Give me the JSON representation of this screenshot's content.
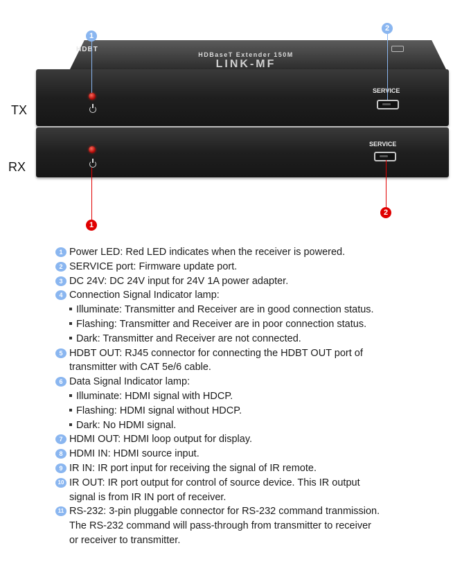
{
  "device": {
    "brand": "HDBT",
    "top_title": "HDBaseT  Extender 150M",
    "model": "LINK-MF",
    "tx_label": "TX",
    "rx_label": "RX",
    "tx_service_label": "SERVICE",
    "rx_service_label": "SERVICE",
    "led_color": "#d00000"
  },
  "callouts": {
    "top_power": "1",
    "top_service": "2",
    "bottom_power": "1",
    "bottom_service": "2",
    "blue": "#8ab6f0",
    "red": "#e00000"
  },
  "legend": [
    {
      "num": "1",
      "lines": [
        "Power LED: Red LED indicates when the receiver is powered."
      ],
      "subs": []
    },
    {
      "num": "2",
      "lines": [
        "SERVICE port: Firmware update port."
      ],
      "subs": []
    },
    {
      "num": "3",
      "lines": [
        "DC 24V: DC 24V input for 24V 1A power adapter."
      ],
      "subs": []
    },
    {
      "num": "4",
      "lines": [
        "Connection Signal Indicator lamp:"
      ],
      "subs": [
        "Illuminate: Transmitter and Receiver are in good connection status.",
        "Flashing: Transmitter and Receiver are in poor connection status.",
        "Dark: Transmitter and Receiver are not connected."
      ]
    },
    {
      "num": "5",
      "lines": [
        "HDBT OUT: RJ45 connector for connecting the HDBT OUT port of",
        "transmitter with CAT 5e/6 cable."
      ],
      "subs": []
    },
    {
      "num": "6",
      "lines": [
        "Data Signal Indicator lamp:"
      ],
      "subs": [
        "Illuminate: HDMI signal with HDCP.",
        "Flashing: HDMI signal without HDCP.",
        "Dark: No HDMI signal."
      ]
    },
    {
      "num": "7",
      "lines": [
        "HDMI OUT: HDMI loop output for display."
      ],
      "subs": []
    },
    {
      "num": "8",
      "lines": [
        "HDMI IN: HDMI source input."
      ],
      "subs": []
    },
    {
      "num": "9",
      "lines": [
        "IR IN: IR port input for receiving the signal of IR remote."
      ],
      "subs": []
    },
    {
      "num": "10",
      "lines": [
        "IR OUT: IR port output for control of source device. This IR output",
        "signal is from IR IN port of receiver."
      ],
      "subs": []
    },
    {
      "num": "11",
      "lines": [
        "RS-232: 3-pin pluggable connector for RS-232 command tranmission.",
        "The RS-232 command will pass-through from transmitter to receiver",
        "or receiver to transmitter."
      ],
      "subs": []
    }
  ]
}
